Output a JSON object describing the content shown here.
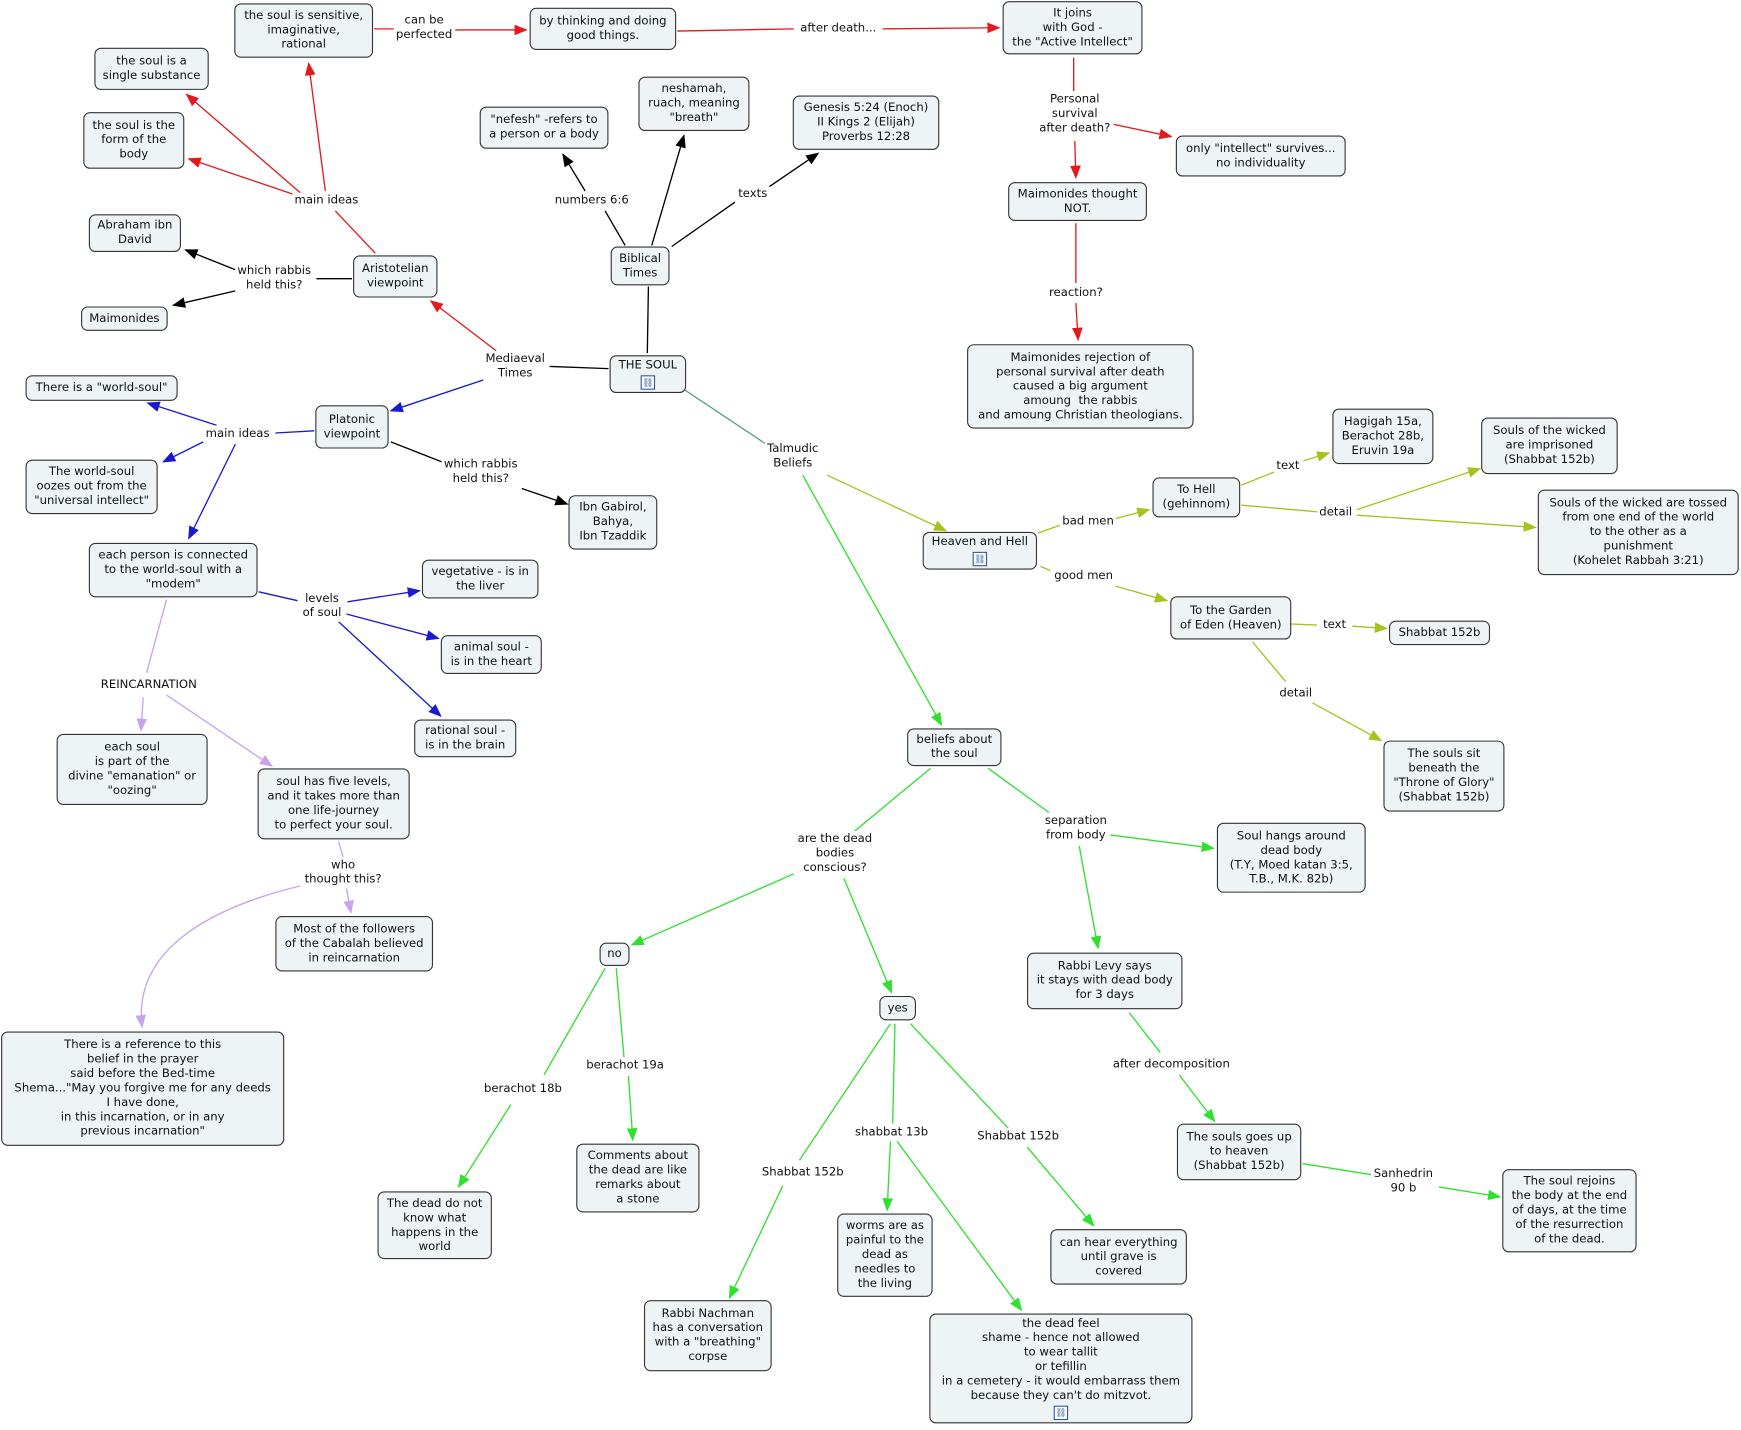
{
  "colors": {
    "red": "#e4191b",
    "black": "#000000",
    "blue": "#1a1ad1",
    "green": "#30e030",
    "olive": "#a6c21e",
    "purple": "#c9a3ec",
    "teal": "#5f9e8c",
    "node_fill": "#eef3f5"
  },
  "nodes": {
    "n1": "the soul is sensitive,\nimaginative,\nrational",
    "n2": "by thinking and doing\ngood things.",
    "n3": "It joins\nwith God -\nthe \"Active Intellect\"",
    "n4": "the soul is a\nsingle substance",
    "n5": "the soul is the\nform of the\nbody",
    "n6": "\"nefesh\" -refers to\na person or a body",
    "n7": "neshamah,\nruach, meaning\n\"breath\"",
    "n8": "Genesis 5:24 (Enoch)\nII Kings 2 (Elijah)\nProverbs 12:28",
    "n9": "only \"intellect\" survives...\nno individuality",
    "n10": "Maimonides thought\nNOT.",
    "n11": "Abraham ibn\nDavid",
    "n12": "Aristotelian\nviewpoint",
    "n13": "Biblical\nTimes",
    "n14": "Maimonides",
    "n15": "Maimonides rejection of\npersonal survival after death\ncaused a big argument\namoung  the rabbis\nand amoung Christian theologians.",
    "n16": "THE SOUL",
    "n17": "There is a \"world-soul\"",
    "n18": "Platonic\nviewpoint",
    "n19": "The world-soul\noozes out from the\n\"universal intellect\"",
    "n20": "Hagigah 15a,\nBerachot 28b,\nEruvin 19a",
    "n21": "Souls of the wicked\nare imprisoned\n(Shabbat 152b)",
    "n22": "To Hell\n(gehinnom)",
    "n23": "Souls of the wicked are tossed\nfrom one end of the world\nto the other as a\npunishment\n(Kohelet Rabbah 3:21)",
    "n24": "Heaven and Hell",
    "n25": "Ibn Gabirol,\nBahya,\nIbn Tzaddik",
    "n26": "each person is connected\nto the world-soul with a\n\"modem\"",
    "n27": "vegetative - is in\nthe liver",
    "n28": "To the Garden\nof Eden (Heaven)",
    "n29": "Shabbat 152b",
    "n30": "animal soul -\nis in the heart",
    "n31": "rational soul -\nis in the brain",
    "n32": "beliefs about\nthe soul",
    "n33": "The souls sit\nbeneath the\n\"Throne of Glory\"\n(Shabbat 152b)",
    "n34": "each soul\nis part of the\ndivine \"emanation\" or\n\"oozing\"",
    "n35": "soul has five levels,\nand it takes more than\none life-journey\nto perfect your soul.",
    "n36": "Soul hangs around\ndead body\n(T.Y, Moed katan 3:5,\nT.B., M.K. 82b)",
    "n37": "Most of the followers\nof the Cabalah believed\nin reincarnation",
    "n38": "no",
    "n39": "Rabbi Levy says\nit stays with dead body\nfor 3 days",
    "n40": "yes",
    "n41": "There is a reference to this\nbelief in the prayer\nsaid before the Bed-time\nShema...\"May you forgive me for any deeds\nI have done,\nin this incarnation, or in any\nprevious incarnation\"",
    "n42": "The souls goes up\nto heaven\n(Shabbat 152b)",
    "n43": "Comments about\nthe dead are like\nremarks about\na stone",
    "n44": "The soul rejoins\nthe body at the end\nof days, at the time\nof the resurrection\nof the dead.",
    "n45": "The dead do not\nknow what\nhappens in the\nworld",
    "n46": "worms are as\npainful to the\ndead as\nneedles to\nthe living",
    "n47": "can hear everything\nuntil grave is\ncovered",
    "n48": "Rabbi Nachman\nhas a conversation\nwith a \"breathing\"\ncorpse",
    "n49": "the dead feel\nshame - hence not allowed\nto wear tallit\nor tefillin\nin a cemetery - it would embarrass them\nbecause they can't do mitzvot."
  },
  "links": {
    "l1": "can be\nperfected",
    "l2": "after death...",
    "l3": "Personal\nsurvival\nafter death?",
    "l4": "main ideas",
    "l5": "numbers 6:6",
    "l6": "texts",
    "l7": "which rabbis\nheld this?",
    "l8": "reaction?",
    "l9": "Mediaeval\nTimes",
    "l10": "main ideas",
    "l11": "which rabbis\nheld this?",
    "l12": "Talmudic\nBeliefs",
    "l13": "text",
    "l14": "detail",
    "l15": "bad men",
    "l16": "good men",
    "l17": "levels\nof soul",
    "l18": "text",
    "l19": "REINCARNATION",
    "l20": "detail",
    "l21": "separation\nfrom body",
    "l22": "are the dead\nbodies\nconscious?",
    "l23": "who\nthought this?",
    "l24": "after decomposition",
    "l25": "berachot 19a",
    "l26": "berachot 18b",
    "l27": "shabbat 13b",
    "l28": "Shabbat 152b",
    "l29": "Shabbat 152b",
    "l30": "Sanhedrin\n90 b"
  },
  "icon_glyph": "⛓"
}
